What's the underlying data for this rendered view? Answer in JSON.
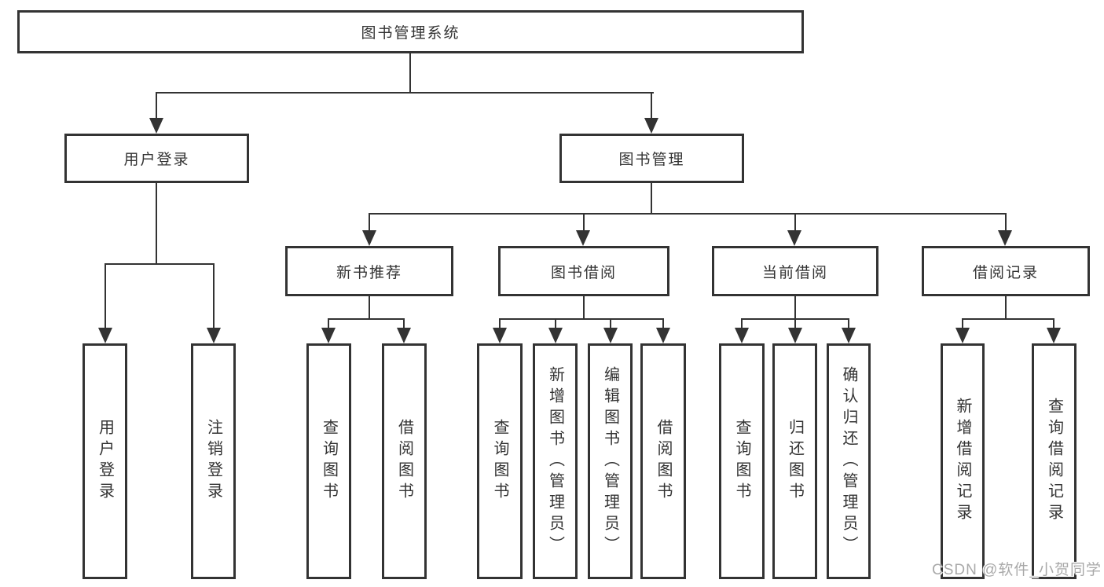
{
  "diagram_title": "图书管理系统",
  "tree": {
    "label": "图书管理系统",
    "children": [
      {
        "label": "用户登录",
        "children": [
          {
            "label": "用户登录"
          },
          {
            "label": "注销登录"
          }
        ]
      },
      {
        "label": "图书管理",
        "children": [
          {
            "label": "新书推荐",
            "children": [
              {
                "label": "查询图书"
              },
              {
                "label": "借阅图书"
              }
            ]
          },
          {
            "label": "图书借阅",
            "children": [
              {
                "label": "查询图书"
              },
              {
                "label": "新增图书（管理员）"
              },
              {
                "label": "编辑图书（管理员）"
              },
              {
                "label": "借阅图书"
              }
            ]
          },
          {
            "label": "当前借阅",
            "children": [
              {
                "label": "查询图书"
              },
              {
                "label": "归还图书"
              },
              {
                "label": "确认归还（管理员）"
              }
            ]
          },
          {
            "label": "借阅记录",
            "children": [
              {
                "label": "新增借阅记录"
              },
              {
                "label": "查询借阅记录"
              }
            ]
          }
        ]
      }
    ]
  },
  "watermark": {
    "text": "CSDN @软件_小贺同学"
  },
  "colors": {
    "line": "#333333",
    "text": "#333333",
    "background": "#ffffff",
    "watermark": "#a9a9a9"
  }
}
